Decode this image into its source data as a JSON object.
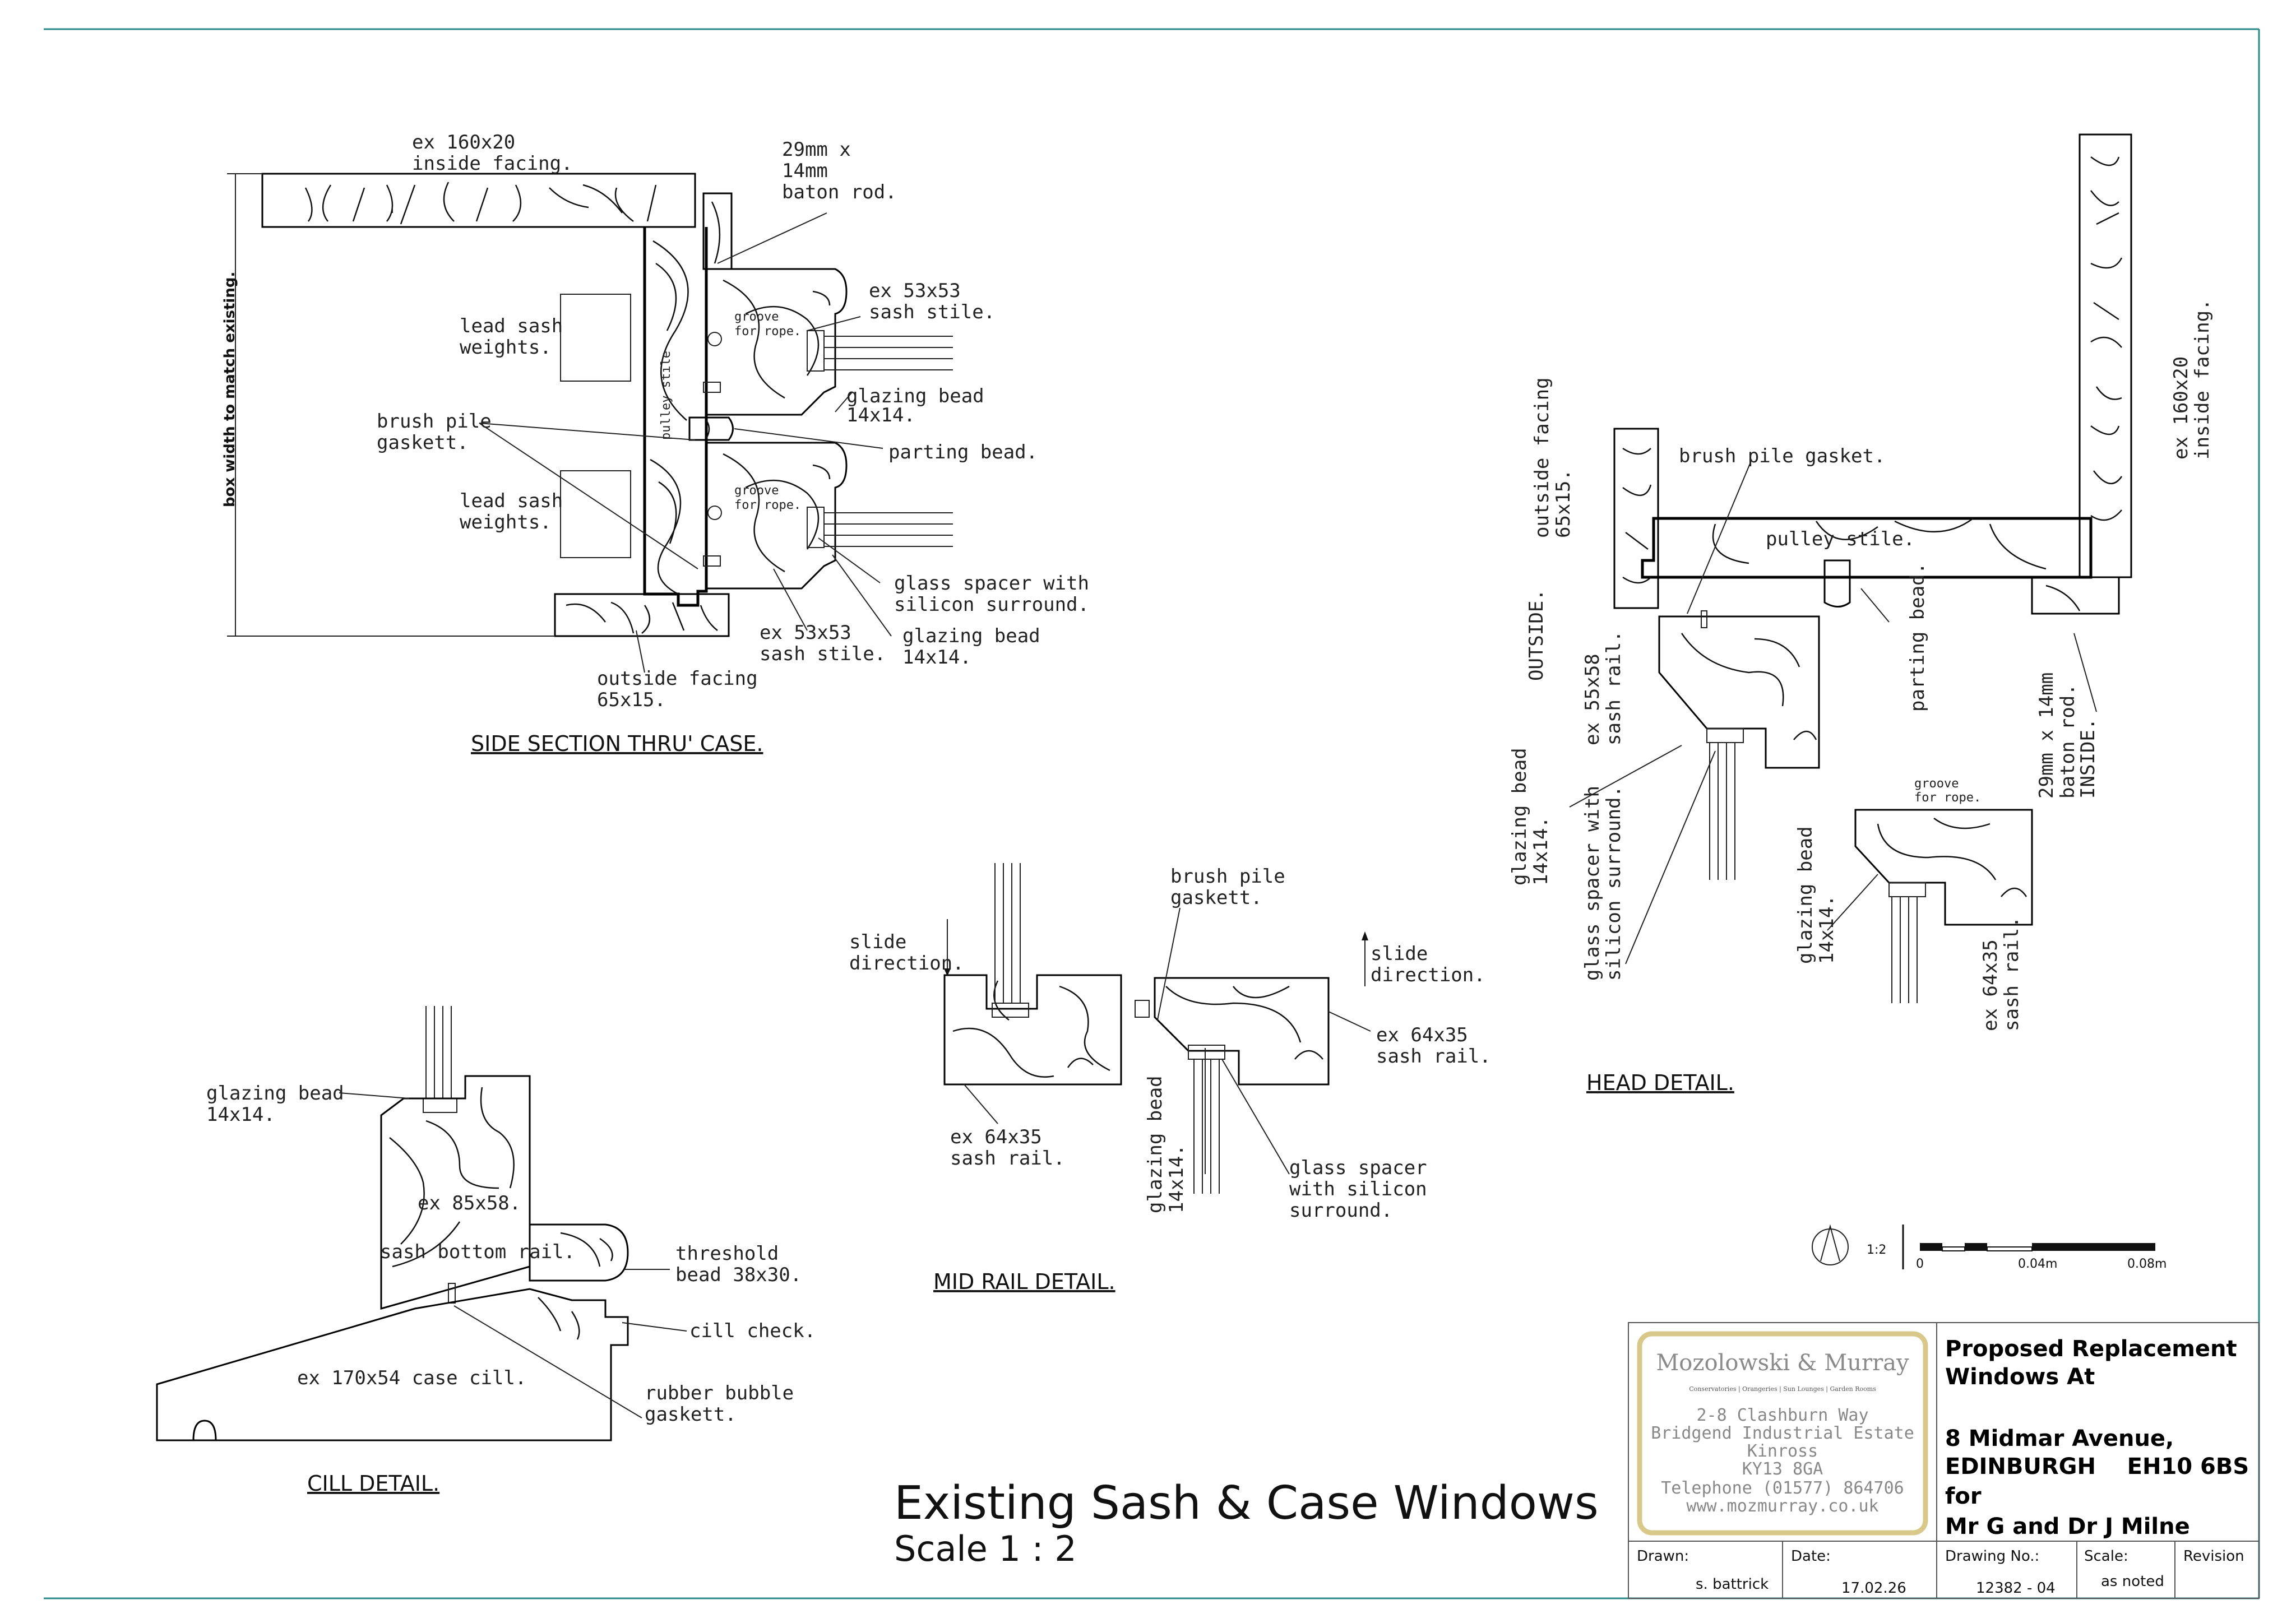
{
  "drawing": {
    "title": "Existing Sash & Case Windows",
    "scale": "Scale 1 : 2"
  },
  "side_section": {
    "heading": "SIDE SECTION THRU' CASE.",
    "labels": {
      "inside_facing_1": "ex 160x20",
      "inside_facing_2": "inside facing.",
      "baton_1": "29mm x",
      "baton_2": "14mm",
      "baton_3": "baton rod.",
      "box_width": "box width to match existing.",
      "weights_a_1": "lead sash",
      "weights_a_2": "weights.",
      "weights_b_1": "lead sash",
      "weights_b_2": "weights.",
      "brush_1": "brush pile",
      "brush_2": "gaskett.",
      "sash_stile_top_1": "ex 53x53",
      "sash_stile_top_2": "sash stile.",
      "groove_top_1": "groove",
      "groove_top_2": "for rope.",
      "groove_bot_1": "groove",
      "groove_bot_2": "for rope.",
      "pulley_stile": "pulley stile",
      "glazing_bead_top_1": "glazing bead",
      "glazing_bead_top_2": "14x14.",
      "parting_bead": "parting bead.",
      "spacer_1": "glass spacer with",
      "spacer_2": "silicon surround.",
      "glazing_bead_bot_1": "glazing bead",
      "glazing_bead_bot_2": "14x14.",
      "sash_stile_bot_1": "ex 53x53",
      "sash_stile_bot_2": "sash stile.",
      "outside_facing_1": "outside facing",
      "outside_facing_2": "65x15."
    }
  },
  "head_detail": {
    "heading": "HEAD DETAIL.",
    "labels": {
      "inside_facing_1": "ex 160x20",
      "inside_facing_2": "inside facing.",
      "outside_facing_1": "outside facing",
      "outside_facing_2": "65x15.",
      "brush_gasket": "brush pile gasket.",
      "pulley_stile": "pulley stile.",
      "outside": "OUTSIDE.",
      "sash_rail_1": "ex 55x58",
      "sash_rail_2": "sash rail.",
      "parting_bead": "parting bead.",
      "baton_1": "29mm x 14mm",
      "baton_2": "baton rod.",
      "inside": "INSIDE.",
      "glazing_bead_1": "glazing bead",
      "glazing_bead_2": "14x14.",
      "spacer_1": "glass spacer with",
      "spacer_2": "silicon surround.",
      "groove_1": "groove",
      "groove_2": "for rope.",
      "glazing_bead_b_1": "glazing bead",
      "glazing_bead_b_2": "14x14.",
      "sash_rail_b_1": "ex 64x35",
      "sash_rail_b_2": "sash rail."
    }
  },
  "mid_rail": {
    "heading": "MID RAIL DETAIL.",
    "labels": {
      "brush_1": "brush pile",
      "brush_2": "gaskett.",
      "slide_l_1": "slide",
      "slide_l_2": "direction.",
      "slide_r_1": "slide",
      "slide_r_2": "direction.",
      "sash_rail_r_1": "ex 64x35",
      "sash_rail_r_2": "sash rail.",
      "sash_rail_l_1": "ex 64x35",
      "sash_rail_l_2": "sash rail.",
      "glazing_bead_1": "glazing bead",
      "glazing_bead_2": "14x14.",
      "spacer_1": "glass spacer",
      "spacer_2": "with silicon",
      "spacer_3": "surround."
    }
  },
  "cill_detail": {
    "heading": "CILL DETAIL.",
    "labels": {
      "glazing_bead_1": "glazing bead",
      "glazing_bead_2": "14x14.",
      "bottom_rail_1": "ex 85x58.",
      "bottom_rail_2": "sash bottom rail.",
      "threshold_1": "threshold",
      "threshold_2": "bead 38x30.",
      "cill_check": "cill check.",
      "case_cill": "ex 170x54 case cill.",
      "rubber_1": "rubber bubble",
      "rubber_2": "gaskett."
    }
  },
  "scale_bar": {
    "ratio": "1:2",
    "tick_0": "0",
    "tick_1": "0.04m",
    "tick_2": "0.08m"
  },
  "title_block": {
    "firm_name": "Mozolowski & Murray",
    "firm_tagline": "Conservatories | Orangeries | Sun Lounges | Garden Rooms",
    "address_1": "2-8 Clashburn Way",
    "address_2": "Bridgend Industrial Estate",
    "address_3": "Kinross",
    "address_4": "KY13 8GA",
    "phone": "Telephone (01577) 864706",
    "web": "www.mozmurray.co.uk",
    "project_1": "Proposed Replacement",
    "project_2": "Windows At",
    "project_3": "8 Midmar Avenue,",
    "project_4": "EDINBURGH    EH10 6BS",
    "project_5": "for",
    "project_6": "Mr G and Dr J Milne",
    "drawn_label": "Drawn:",
    "drawn_value": "s. battrick",
    "date_label": "Date:",
    "date_value": "17.02.26",
    "drawing_no_label": "Drawing No.:",
    "drawing_no_value": "12382 - 04",
    "scale_label": "Scale:",
    "scale_value": "as noted",
    "revision_label": "Revision"
  },
  "colors": {
    "border": "#2a8a8a",
    "frame_gold": "#d8c98a",
    "ink": "#000000"
  }
}
